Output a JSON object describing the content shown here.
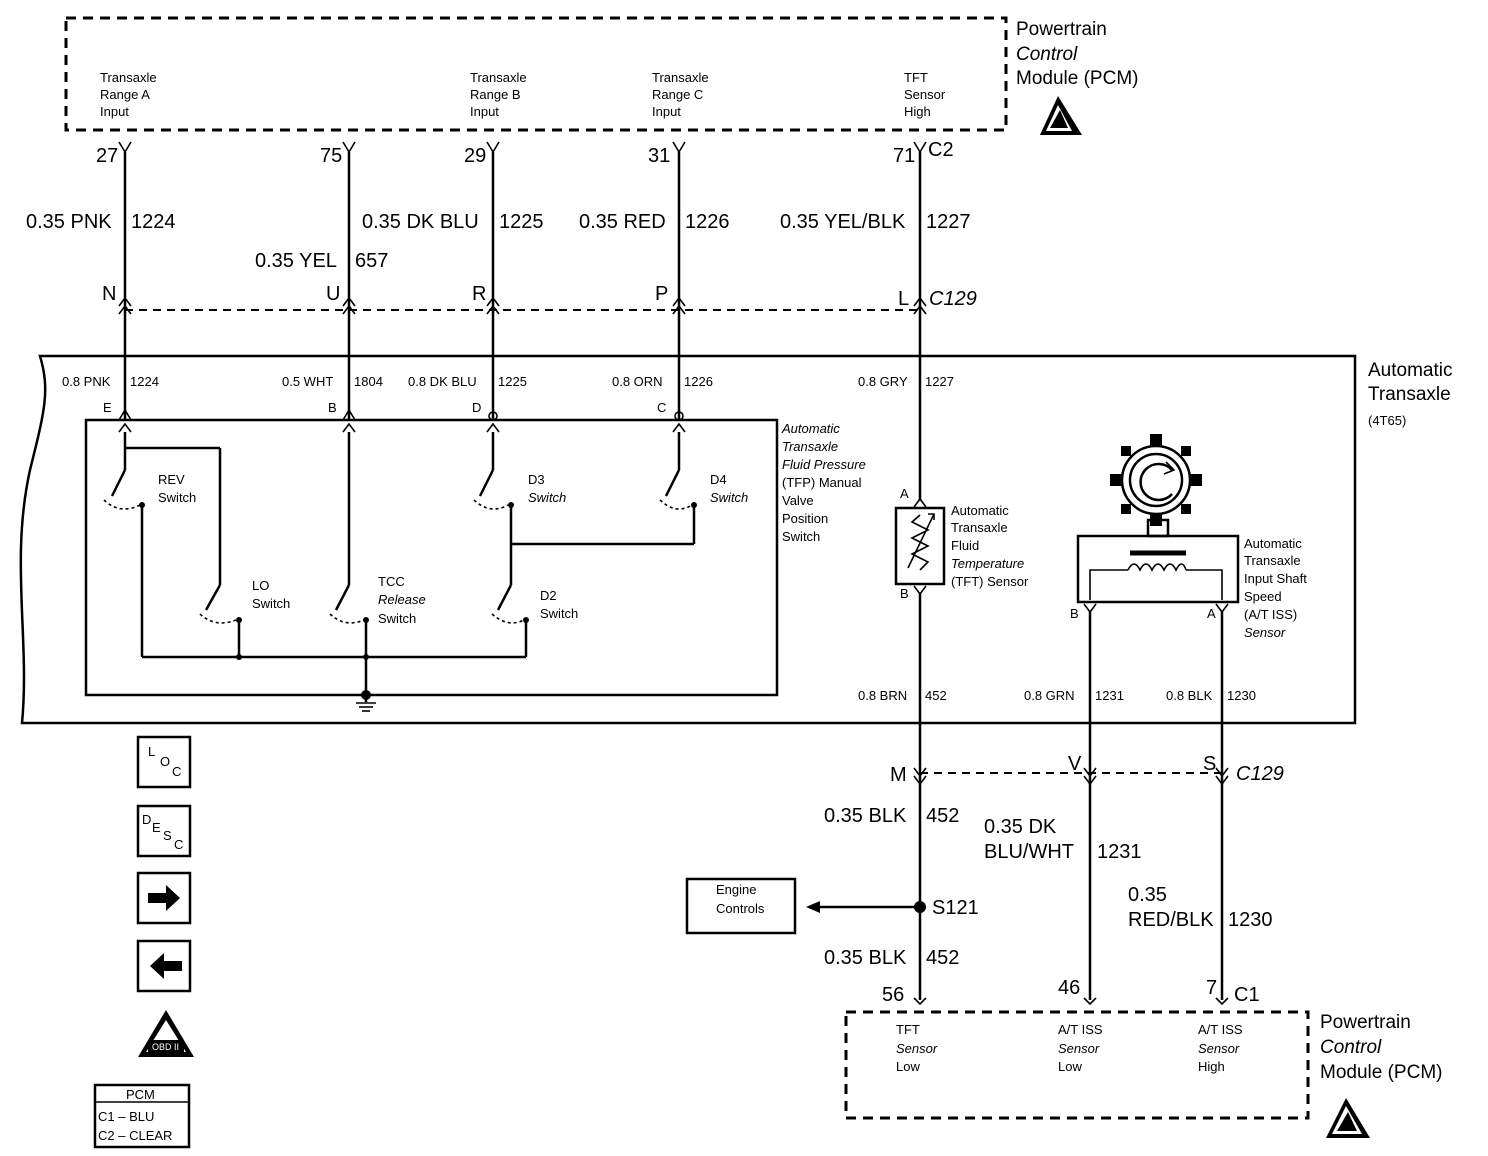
{
  "pcm_top": {
    "title": [
      "Powertrain",
      "Control",
      "Module (PCM)"
    ],
    "inputs": [
      [
        "Transaxle",
        "Range A",
        "Input"
      ],
      [
        "Transaxle",
        "Range B",
        "Input"
      ],
      [
        "Transaxle",
        "Range C",
        "Input"
      ],
      [
        "TFT",
        "Sensor",
        "High"
      ]
    ],
    "connector": "C2",
    "pins": [
      "27",
      "75",
      "29",
      "31",
      "71"
    ]
  },
  "wires_top": [
    {
      "label": "0.35 PNK",
      "circuit": "1224"
    },
    {
      "label": "0.35 YEL",
      "circuit": "657"
    },
    {
      "label": "0.35 DK BLU",
      "circuit": "1225"
    },
    {
      "label": "0.35 RED",
      "circuit": "1226"
    },
    {
      "label": "0.35 YEL/BLK",
      "circuit": "1227"
    }
  ],
  "c129_top": {
    "letters": [
      "N",
      "U",
      "R",
      "P",
      "L"
    ],
    "name": "C129"
  },
  "transaxle": {
    "title": [
      "Automatic",
      "Transaxle"
    ],
    "model": "(4T65)",
    "wires": [
      {
        "label": "0.8 PNK",
        "circuit": "1224",
        "pin": "E"
      },
      {
        "label": "0.5 WHT",
        "circuit": "1804",
        "pin": "B"
      },
      {
        "label": "0.8 DK BLU",
        "circuit": "1225",
        "pin": "D"
      },
      {
        "label": "0.8 ORN",
        "circuit": "1226",
        "pin": "C"
      },
      {
        "label": "0.8 GRY",
        "circuit": "1227",
        "pin": ""
      }
    ],
    "tfp_label": [
      "Automatic",
      "Transaxle",
      "Fluid Pressure",
      "(TFP) Manual",
      "Valve",
      "Position",
      "Switch"
    ],
    "switches": [
      {
        "name": [
          "REV",
          "Switch"
        ]
      },
      {
        "name": [
          "LO",
          "Switch"
        ]
      },
      {
        "name": [
          "TCC",
          "Release",
          "Switch"
        ]
      },
      {
        "name": [
          "D3",
          "Switch"
        ]
      },
      {
        "name": [
          "D4",
          "Switch"
        ]
      },
      {
        "name": [
          "D2",
          "Switch"
        ]
      }
    ],
    "tft_sensor": {
      "label": [
        "Automatic",
        "Transaxle",
        "Fluid",
        "Temperature",
        "(TFT) Sensor"
      ],
      "pin_a": "A",
      "pin_b": "B"
    },
    "iss_sensor": {
      "label": [
        "Automatic",
        "Transaxle",
        "Input Shaft",
        "Speed",
        "(A/T ISS)",
        "Sensor"
      ],
      "pin_b": "B",
      "pin_a": "A"
    },
    "lower_wires": [
      {
        "label": "0.8 BRN",
        "circuit": "452"
      },
      {
        "label": "0.8 GRN",
        "circuit": "1231"
      },
      {
        "label": "0.8 BLK",
        "circuit": "1230"
      }
    ]
  },
  "c129_bottom": {
    "letters": [
      "M",
      "V",
      "S"
    ],
    "name": "C129"
  },
  "wires_bottom": {
    "blk_upper": {
      "label": "0.35 BLK",
      "circuit": "452"
    },
    "dkblu": {
      "label": [
        "0.35 DK",
        "BLU/WHT"
      ],
      "circuit": "1231"
    },
    "redblk": {
      "label": [
        "0.35",
        "RED/BLK"
      ],
      "circuit": "1230"
    },
    "blk_lower": {
      "label": "0.35 BLK",
      "circuit": "452"
    }
  },
  "splice": "S121",
  "engine_controls": [
    "Engine",
    "Controls"
  ],
  "pcm_bottom": {
    "title": [
      "Powertrain",
      "Control",
      "Module (PCM)"
    ],
    "inputs": [
      [
        "TFT",
        "Sensor",
        "Low"
      ],
      [
        "A/T ISS",
        "Sensor",
        "Low"
      ],
      [
        "A/T ISS",
        "Sensor",
        "High"
      ]
    ],
    "pins": [
      "56",
      "46",
      "7"
    ],
    "connector": "C1"
  },
  "legend": {
    "loc": [
      "L",
      "O",
      "C"
    ],
    "desc": [
      "D",
      "E",
      "S",
      "C"
    ],
    "obd_text": "OBD II",
    "pcm_box": [
      "PCM",
      "C1 – BLU",
      "C2 – CLEAR"
    ]
  }
}
